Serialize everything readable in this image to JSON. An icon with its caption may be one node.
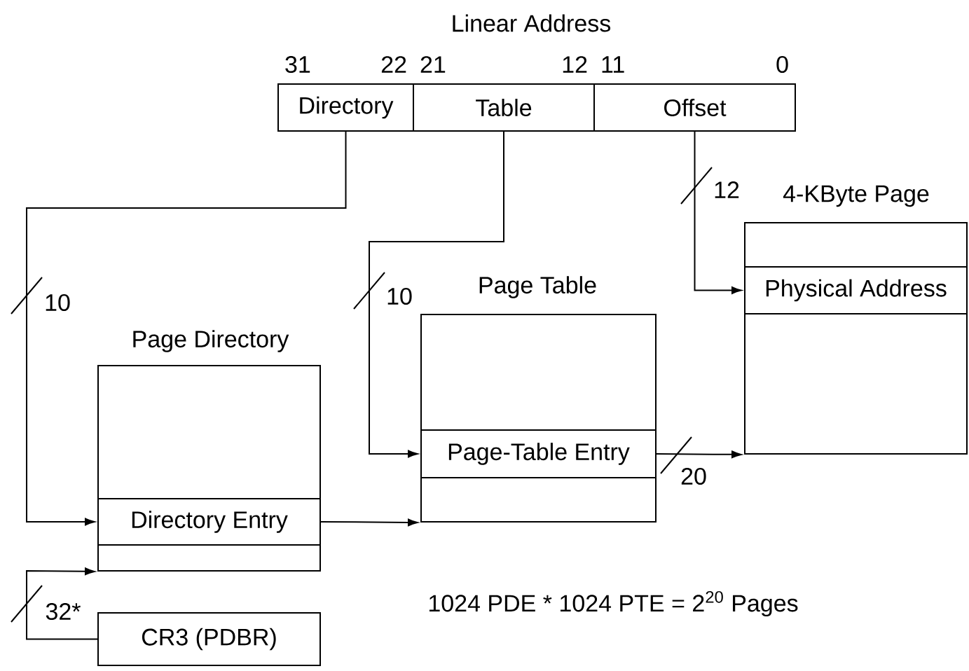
{
  "diagram": {
    "nodes": [
      {
        "text": [
          "Linear Address"
        ]
      },
      {
        "text": [
          "Directory"
        ],
        "in": 0,
        "beside": [
          "31",
          "22"
        ]
      },
      {
        "text": [
          "Table"
        ],
        "in": 0,
        "beside": [
          "21",
          "12"
        ]
      },
      {
        "text": [
          "Offset"
        ],
        "in": 0,
        "beside": [
          "11",
          "0"
        ]
      },
      {
        "text": [
          "Page Directory"
        ]
      },
      {
        "text": [
          "Directory Entry"
        ],
        "in": 4
      },
      {
        "text": [
          "Page Table"
        ]
      },
      {
        "text": [
          "Page-Table Entry"
        ],
        "in": 6
      },
      {
        "text": [
          "4-KByte Page"
        ]
      },
      {
        "text": [
          "Physical Address"
        ],
        "in": 8
      },
      {
        "text": [
          "CR3 (PDBR)"
        ]
      }
    ],
    "edges": [
      {
        "from": 1,
        "to": 5,
        "arrow": "to",
        "label": "10"
      },
      {
        "from": 2,
        "to": 7,
        "arrow": "to",
        "label": "10"
      },
      {
        "from": 3,
        "to": 9,
        "arrow": "to",
        "label": "12"
      },
      {
        "from": 5,
        "to": 6,
        "arrow": "to"
      },
      {
        "from": 7,
        "to": 8,
        "arrow": "to",
        "label": "20"
      },
      {
        "from": 10,
        "to": 4,
        "arrow": "to",
        "label": "32*"
      }
    ],
    "labels": [
      "1024 PDE * 1024 PTE = 2$^{20}$ Pages"
    ]
  }
}
